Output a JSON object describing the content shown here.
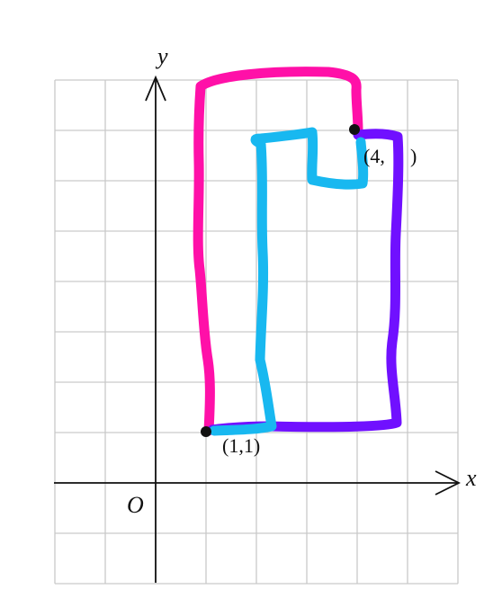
{
  "figure": {
    "x_axis_label": "x",
    "y_axis_label": "y",
    "origin_label": "O",
    "point_a_label": "(1,1)",
    "point_b_label": "(4,",
    "point_b_label_tail": ")"
  },
  "chart_data": {
    "type": "diagram",
    "grid": true,
    "x_range": [
      -2,
      6
    ],
    "y_range": [
      -2,
      8
    ],
    "points": [
      {
        "label": "(1,1)",
        "x": 1,
        "y": 1
      },
      {
        "label": "(4,",
        "x": 4,
        "y": 7
      }
    ],
    "paths": [
      {
        "color": "#ff10a8",
        "points": [
          [
            1,
            1
          ],
          [
            1,
            8
          ],
          [
            4,
            8
          ],
          [
            4,
            7
          ]
        ]
      },
      {
        "color": "#7010ff",
        "points": [
          [
            4,
            7
          ],
          [
            5,
            7
          ],
          [
            5,
            1
          ],
          [
            1,
            1
          ]
        ]
      },
      {
        "color": "#18b8f0",
        "points": [
          [
            1,
            1
          ],
          [
            2.2,
            1
          ],
          [
            2.2,
            6.8
          ],
          [
            3.2,
            6.8
          ],
          [
            3.2,
            6.3
          ],
          [
            4.1,
            6.3
          ],
          [
            4.1,
            6.9
          ]
        ]
      }
    ]
  }
}
